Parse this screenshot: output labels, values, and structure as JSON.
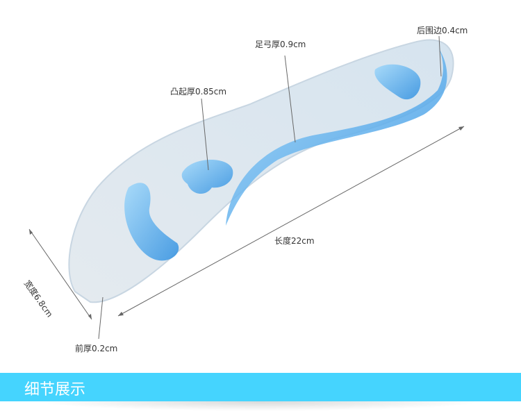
{
  "labels": {
    "heel_edge": "后围边0.4cm",
    "arch_thickness": "足弓厚0.9cm",
    "bump_thickness": "凸起厚0.85cm",
    "length": "长度22cm",
    "width": "宽度6.8cm",
    "front_thickness": "前厚0.2cm"
  },
  "banner": {
    "title": "细节展示"
  },
  "colors": {
    "banner": "#45d4fe",
    "gel": "#3aa8f0"
  }
}
